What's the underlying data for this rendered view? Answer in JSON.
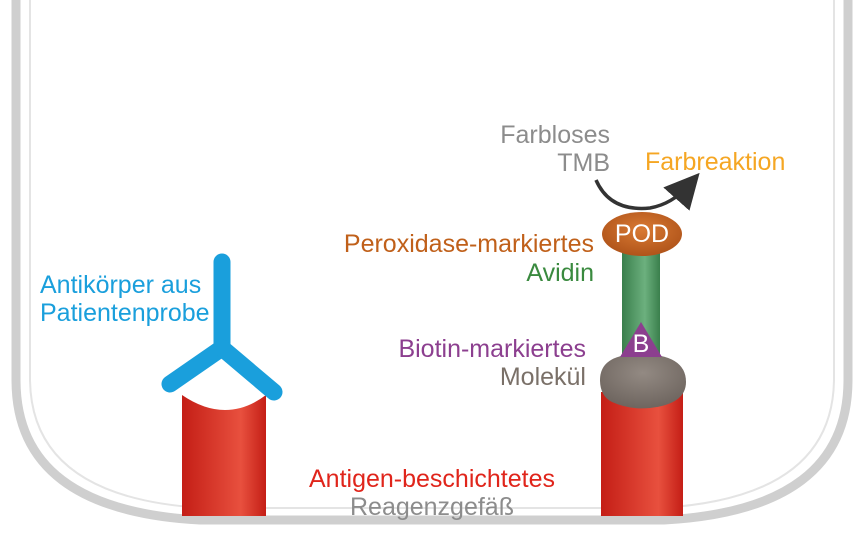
{
  "labels": {
    "farbloses_line1": "Farbloses",
    "farbloses_line2": "TMB",
    "farbreaktion": "Farbreaktion",
    "peroxidase_line1": "Peroxidase-markiertes",
    "peroxidase_line2": "Avidin",
    "pod": "POD",
    "biotin_line1": "Biotin-markiertes",
    "biotin_line2": "Molekül",
    "biotin_b": "B",
    "antikoerper_line1": "Antikörper aus",
    "antikoerper_line2": "Patientenprobe",
    "antigen_line1": "Antigen-beschichtetes",
    "antigen_line2": "Reagenzgefäß"
  },
  "colors": {
    "grey_text": "#8c8c8c",
    "orange_text": "#f5a623",
    "brown_text": "#c0601a",
    "green_text": "#3a8a3f",
    "purple_text": "#8c3f8f",
    "dark_grey_text": "#7a7068",
    "blue_text": "#1a9fdc",
    "red_text": "#e0251b",
    "vessel_outline": "#cfcfcf",
    "antibody_blue": "#1a9fdc",
    "pillar_red": "#d9261c",
    "avidin_green": "#4a9a5e",
    "pod_orange": "#c0601a",
    "molecule_grey": "#7f7770",
    "biotin_purple": "#8c3f8f",
    "arrow_dark": "#333333"
  }
}
